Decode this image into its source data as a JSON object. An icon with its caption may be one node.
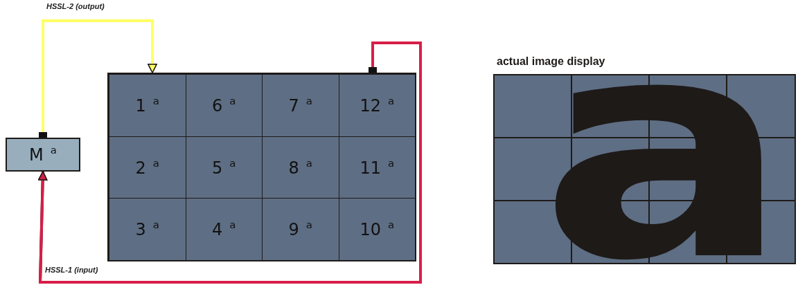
{
  "diagram": {
    "nodes": [
      {
        "text": [
          "M$^{a}$"
        ]
      },
      {
        "text": [],
        "shape": "box"
      },
      {
        "text": [
          "1$^{a}$"
        ],
        "in": 1
      },
      {
        "text": [
          "6$^{a}$"
        ],
        "in": 1
      },
      {
        "text": [
          "7$^{a}$"
        ],
        "in": 1
      },
      {
        "text": [
          "12$^{a}$"
        ],
        "in": 1
      },
      {
        "text": [
          "2$^{a}$"
        ],
        "in": 1
      },
      {
        "text": [
          "5$^{a}$"
        ],
        "in": 1
      },
      {
        "text": [
          "8$^{a}$"
        ],
        "in": 1
      },
      {
        "text": [
          "11$^{a}$"
        ],
        "in": 1
      },
      {
        "text": [
          "3$^{a}$"
        ],
        "in": 1
      },
      {
        "text": [
          "4$^{a}$"
        ],
        "in": 1
      },
      {
        "text": [
          "9$^{a}$"
        ],
        "in": 1
      },
      {
        "text": [
          "10$^{a}$"
        ],
        "in": 1
      }
    ],
    "edges": [
      {
        "from": 0,
        "to": 1,
        "arrow": "to",
        "label": "HSSL-2 (output)",
        "color": "#ffff66"
      },
      {
        "from": 1,
        "to": 0,
        "arrow": "to",
        "label": "HSSL-1 (input)",
        "color": "#d81e48"
      }
    ],
    "labels": [
      "actual image display",
      "a"
    ]
  }
}
